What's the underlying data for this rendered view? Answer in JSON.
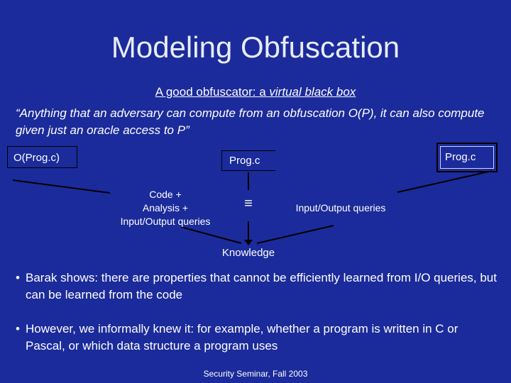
{
  "slide": {
    "title": "Modeling Obfuscation",
    "subtitle_plain": "A good obfuscator: a ",
    "subtitle_italic": "virtual black box",
    "quote": "“Anything that an adversary can compute from an obfuscation O(P), it can also compute given just an oracle access to P”",
    "diagram": {
      "obf_box": "O(Prog.c)",
      "prog_box": "Prog.c",
      "prog_box_3d": "Prog.c",
      "code_label_1": "Code +",
      "code_label_2": "Analysis +",
      "code_label_3": "Input/Output queries",
      "io_label": "Input/Output queries",
      "equiv_symbol": "≡",
      "knowledge": "Knowledge"
    },
    "bullets": [
      "Barak shows: there are properties that cannot be efficiently learned from I/O queries, but can be learned from the code",
      "However, we informally knew it: for example, whether a program is written in C or Pascal, or which data structure a program uses"
    ],
    "bullet_symbol": "•",
    "footer": "Security Seminar, Fall 2003"
  },
  "colors": {
    "background": "#1b2b9b",
    "text": "#ffffff",
    "lines": "#000000"
  }
}
